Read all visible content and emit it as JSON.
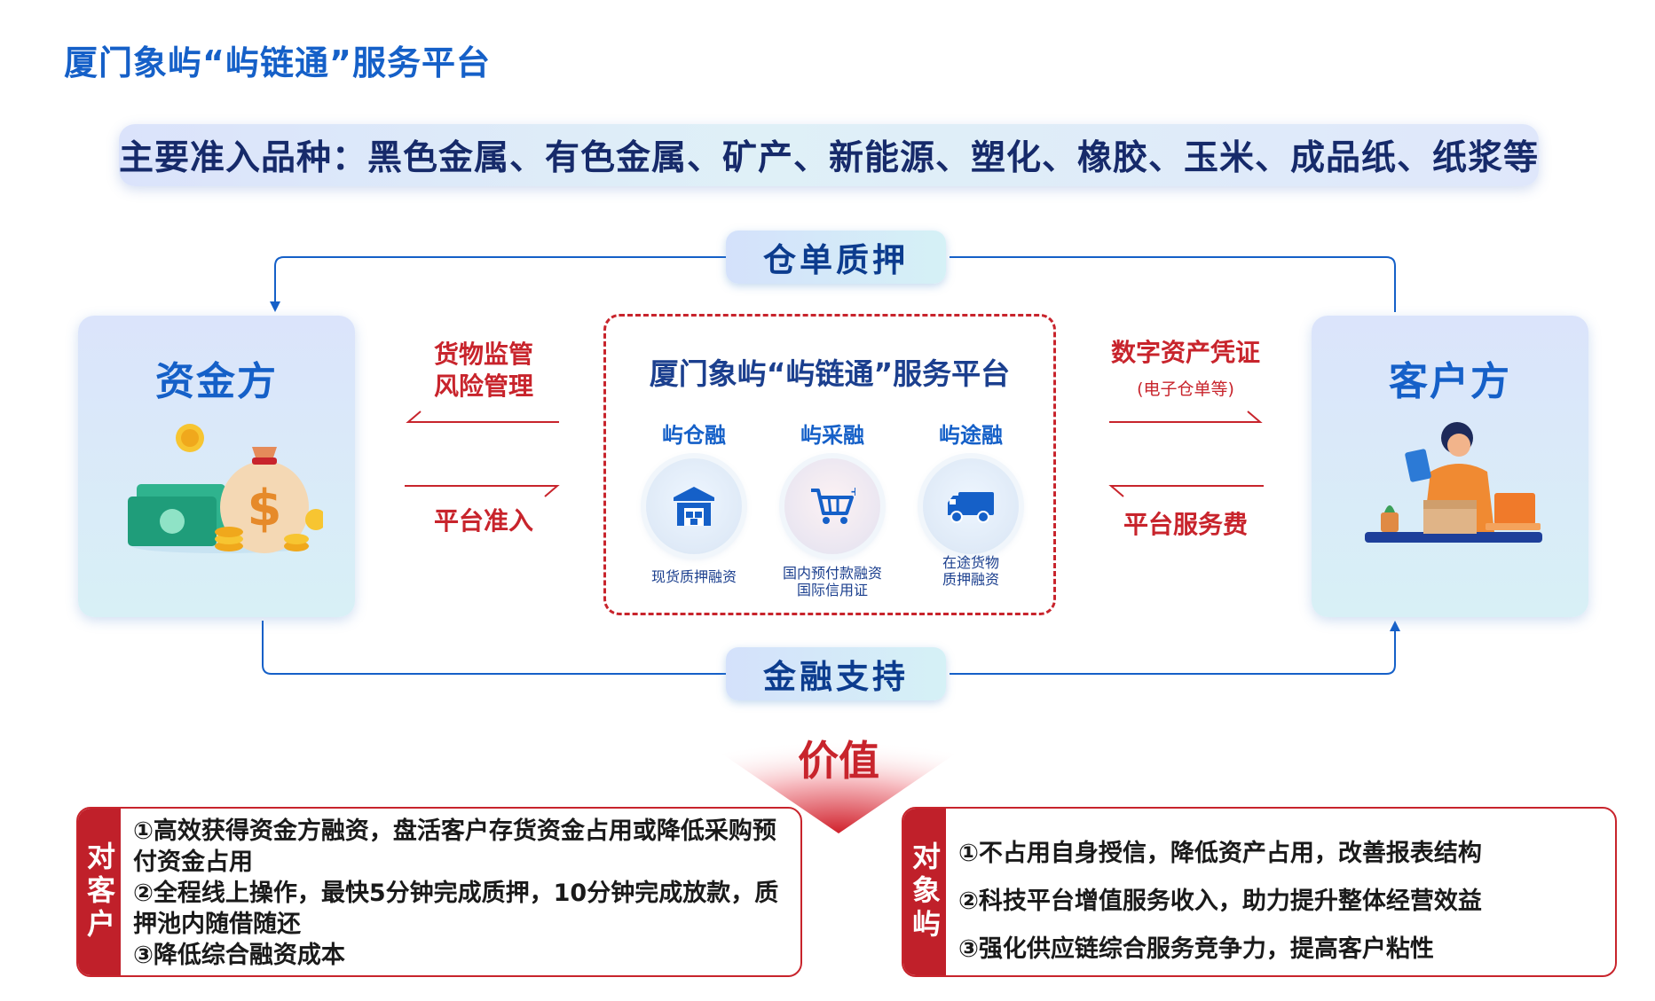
{
  "title": "厦门象屿“屿链通”服务平台",
  "varieties_banner": "主要准入品种：黑色金属、有色金属、矿产、新能源、塑化、橡胶、玉米、成品纸、纸浆等",
  "top_flow_label": "仓单质押",
  "bottom_flow_label": "金融支持",
  "funder": {
    "title": "资金方"
  },
  "customer": {
    "title": "客户方"
  },
  "left_flows": {
    "top_line1": "货物监管",
    "top_line2": "风险管理",
    "bottom": "平台准入"
  },
  "right_flows": {
    "top": "数字资产凭证",
    "top_sub": "(电子仓单等)",
    "bottom": "平台服务费"
  },
  "platform": {
    "title": "厦门象屿“屿链通”服务平台",
    "services": [
      {
        "name": "屿仓融",
        "icon": "warehouse-icon",
        "desc_line1": "现货质押融资",
        "desc_line2": ""
      },
      {
        "name": "屿采融",
        "icon": "shopping-cart-icon",
        "desc_line1": "国内预付款融资",
        "desc_line2": "国际信用证"
      },
      {
        "name": "屿途融",
        "icon": "truck-icon",
        "desc_line1": "在途货物",
        "desc_line2": "质押融资"
      }
    ]
  },
  "value_label": "价值",
  "value_customer": {
    "tab": "对客户",
    "items": [
      "①高效获得资金方融资，盘活客户存货资金占用或降低采购预付资金占用",
      "②全程线上操作，最快5分钟完成质押，10分钟完成放款，质押池内随借随还",
      "③降低综合融资成本"
    ]
  },
  "value_xiangyu": {
    "tab": "对象屿",
    "items": [
      "①不占用自身授信，降低资产占用，改善报表结构",
      "②科技平台增值服务收入，助力提升整体经营效益",
      "③强化供应链综合服务竞争力，提高客户粘性"
    ]
  },
  "colors": {
    "primary_blue": "#1560c8",
    "accent_red": "#c8242c"
  }
}
